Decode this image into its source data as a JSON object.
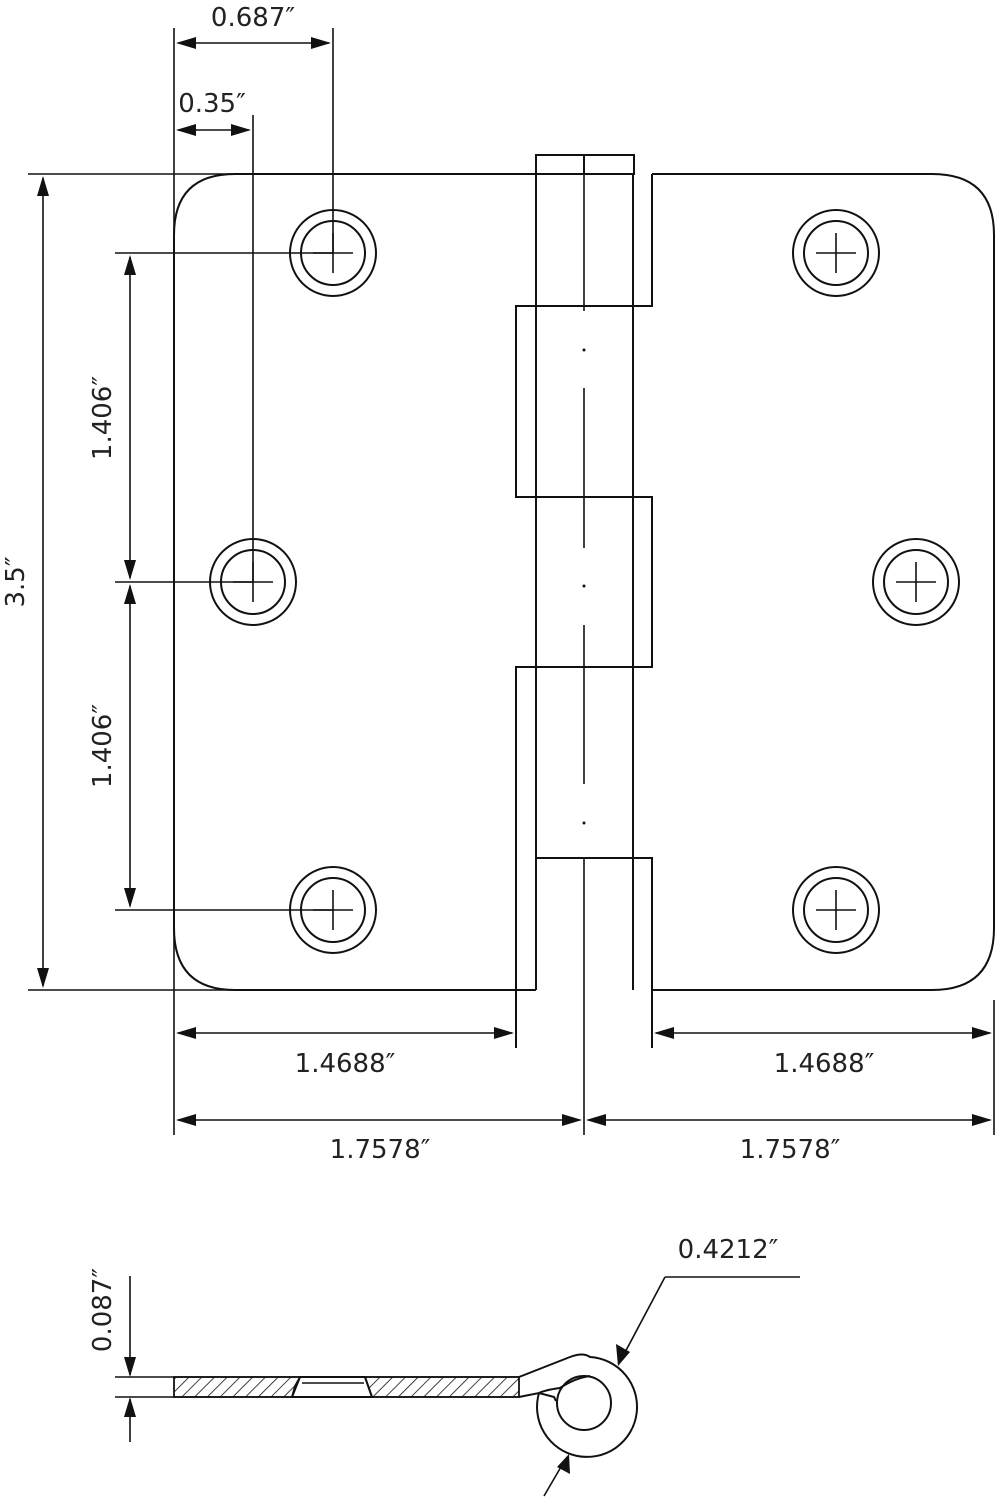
{
  "title": "Butt hinge technical drawing",
  "colors": {
    "line": "#111111",
    "background": "#ffffff"
  },
  "dimensions": {
    "hole_offset_outer": "0.687″",
    "hole_offset_inner": "0.35″",
    "overall_height": "3.5″",
    "hole_spacing_top": "1.406″",
    "hole_spacing_bottom": "1.406″",
    "leaf_width_left": "1.4688″",
    "leaf_width_right": "1.4688″",
    "half_width_left": "1.7578″",
    "half_width_right": "1.7578″",
    "thickness": "0.087″",
    "knuckle_diameter": "0.4212″"
  },
  "views": {
    "front": {
      "leaves": 2,
      "screw_holes_per_leaf": 3,
      "knuckles": 5,
      "corner_style": "rounded"
    },
    "section": {
      "hatched": true,
      "countersink": true,
      "knuckle": "rolled"
    }
  }
}
